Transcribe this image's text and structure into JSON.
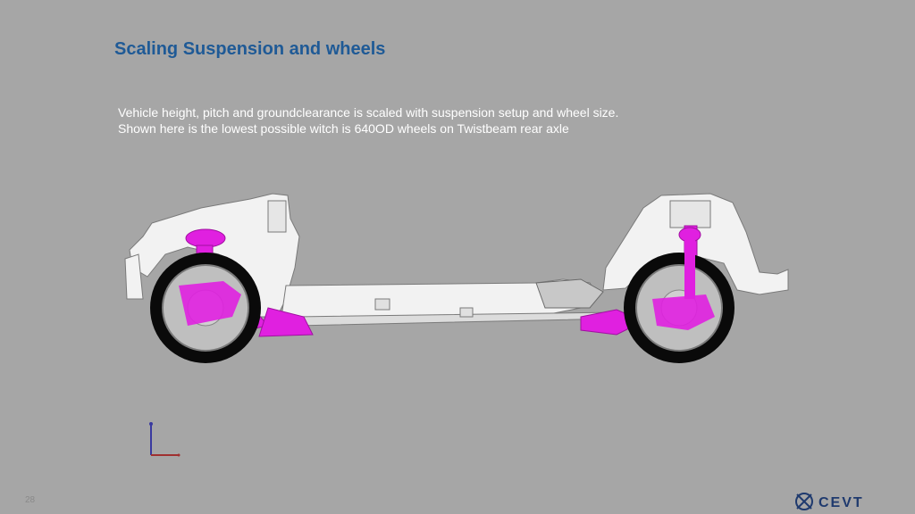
{
  "slide": {
    "title": "Scaling Suspension and wheels",
    "body_lines": [
      "Vehicle height, pitch and groundclearance is scaled with suspension setup and wheel size.",
      "Shown here is the lowest possible witch is 640OD wheels on Twistbeam rear axle"
    ],
    "page_number": "28"
  },
  "logo": {
    "text": "CEVT",
    "color": "#1f3a6e"
  },
  "colors": {
    "background": "#a6a6a6",
    "title": "#1f5a96",
    "suspension": "#e020e0",
    "tire": "#0a0a0a",
    "chassis": "#f2f2f2"
  }
}
